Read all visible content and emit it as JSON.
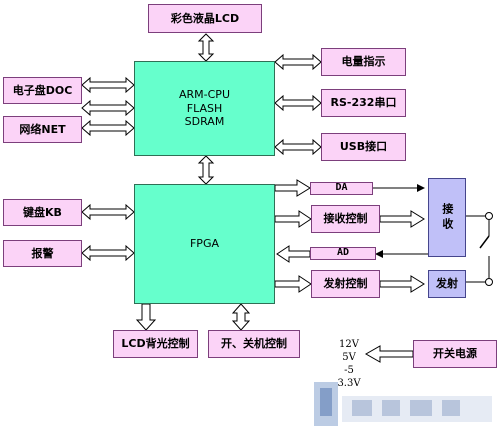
{
  "blocks": {
    "lcd": "彩色液晶LCD",
    "arm": [
      "ARM-CPU",
      "FLASH",
      "SDRAM"
    ],
    "fpga": "FPGA",
    "doc": "电子盘DOC",
    "net": "网络NET",
    "kb": "键盘KB",
    "alarm": "报警",
    "battery": "电量指示",
    "rs232": "RS-232串口",
    "usb": "USB接口",
    "da": "DA",
    "rx_ctrl": "接收控制",
    "ad": "AD",
    "tx_ctrl": "发射控制",
    "rx": "接收",
    "tx": "发射",
    "backlight": "LCD背光控制",
    "power_ctrl": "开、关机控制",
    "psu": "开关电源"
  },
  "voltages": [
    "12V",
    "5V",
    "-5",
    "3.3V"
  ],
  "colors": {
    "pink": "#fbd3f7",
    "cyan": "#66ffcc",
    "purple": "#c0c0f8",
    "arrow": "#ffffff",
    "stroke": "#000000"
  }
}
